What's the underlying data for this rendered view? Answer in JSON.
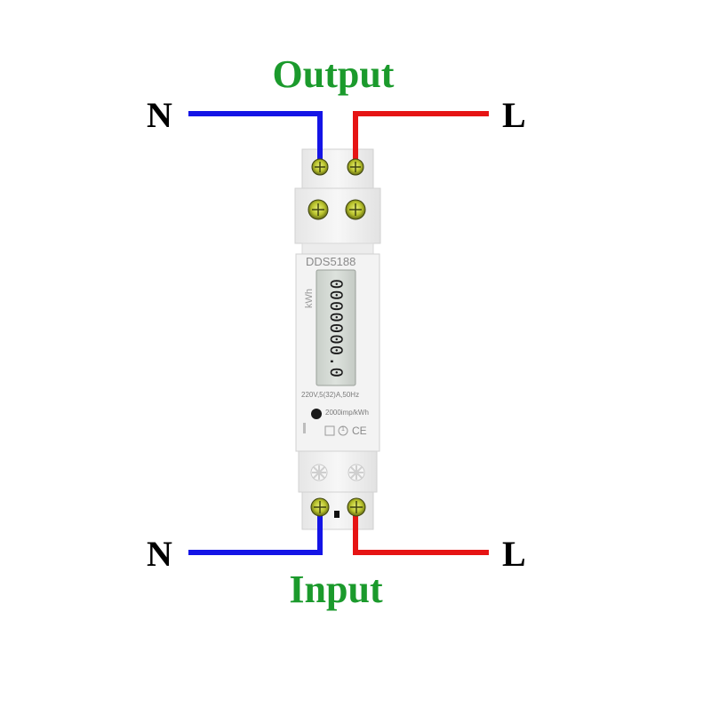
{
  "labels": {
    "output": "Output",
    "input": "Input",
    "neutral_top": "N",
    "live_top": "L",
    "neutral_bottom": "N",
    "live_bottom": "L"
  },
  "meter": {
    "model": "DDS5188",
    "unit": "kWh",
    "display_digits": "0000000.0",
    "rating": "220V,5(32)A,50Hz",
    "constant": "2000imp/kWh",
    "mark_ce": "CE",
    "mark_class": "1"
  },
  "colors": {
    "neutral_wire": "#1414e6",
    "live_wire": "#e61414",
    "heading": "#1b9a2c",
    "screw": "#c9d43a"
  }
}
